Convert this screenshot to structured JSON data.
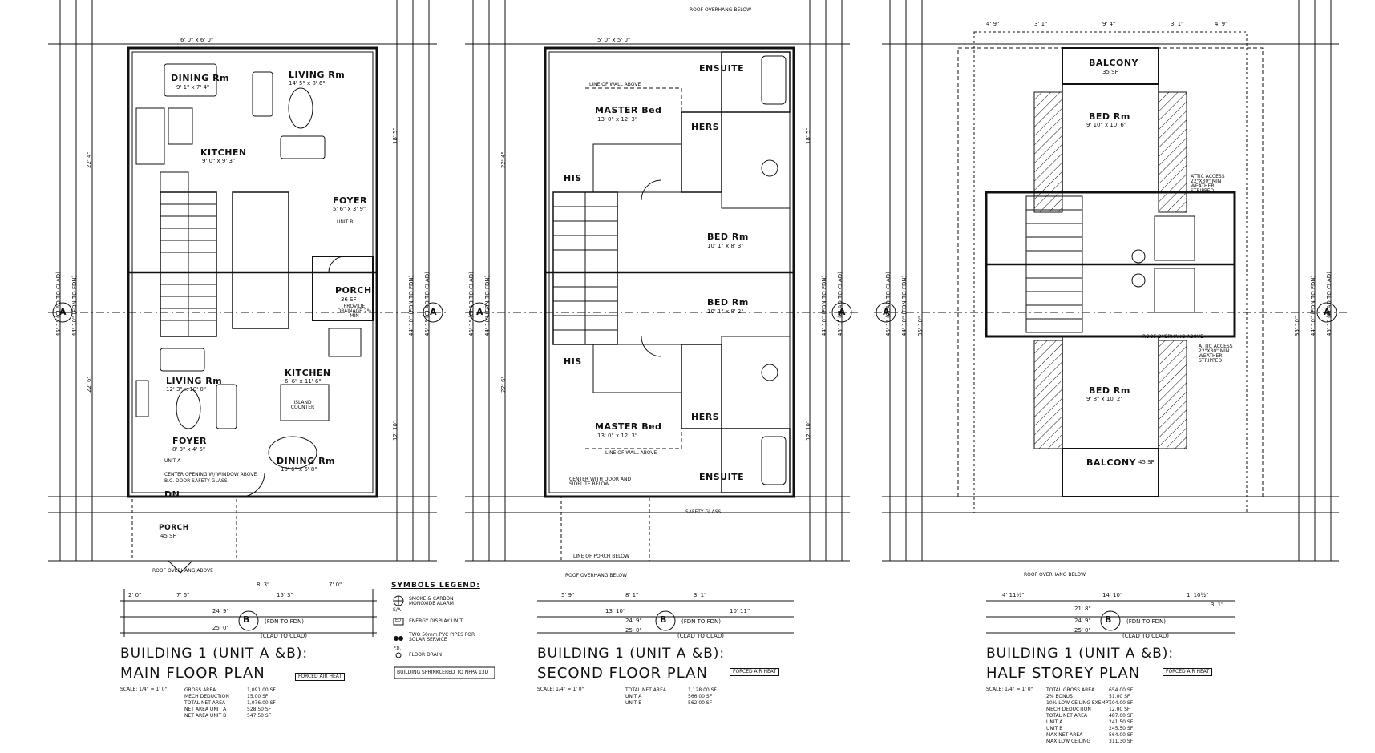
{
  "plans": [
    {
      "title": "BUILDING 1 (UNIT A &B):",
      "subtitle": "MAIN FLOOR PLAN",
      "heat": "FORCED AIR HEAT",
      "scale": "SCALE: 1/4\" = 1' 0\"",
      "areas": [
        {
          "k": "GROSS AREA",
          "v": "1,091.00 SF"
        },
        {
          "k": "MECH DEDUCTION",
          "v": "15.00 SF"
        },
        {
          "k": "TOTAL NET AREA",
          "v": "1,076.00 SF"
        },
        {
          "k": "NET AREA UNIT A",
          "v": "528.50 SF"
        },
        {
          "k": "NET AREA UNIT B",
          "v": "547.50 SF"
        }
      ],
      "rooms": {
        "dining_top": "DINING Rm",
        "dining_top_dim": "9' 1\" x 7' 4\"",
        "living_top": "LIVING Rm",
        "living_top_dim": "14' 5\" x 8' 6\"",
        "kitchen_top": "KITCHEN",
        "kitchen_top_dim": "9' 0\" x 9' 3\"",
        "foyer_top": "FOYER",
        "foyer_top_dim": "5' 6\" x 3' 9\"",
        "porch_right": "PORCH",
        "porch_right_dim": "36 SF",
        "porch_right_note": "PROVIDE DRAINAGE 2% MIN",
        "kitchen_bot": "KITCHEN",
        "kitchen_bot_dim": "6' 6\" x 11' 6\"",
        "island": "ISLAND COUNTER",
        "living_bot": "LIVING Rm",
        "living_bot_dim": "12' 3\" x 10' 0\"",
        "foyer_bot": "FOYER",
        "foyer_bot_dim": "8' 3\" x 4' 5\"",
        "dining_bot": "DINING Rm",
        "dining_bot_dim": "10' 6\" x 6' 8\"",
        "porch_bot": "PORCH",
        "porch_bot_dim": "45 SF",
        "unit_a": "UNIT A",
        "unit_b": "UNIT B",
        "dn": "DN",
        "center_note": "CENTER OPENING W/ WINDOW ABOVE",
        "bc_door": "B.C. DOOR SAFETY GLASS",
        "roof": "ROOF OVERHANG ABOVE"
      },
      "bottom_dims": {
        "d1": "2' 0\"",
        "d2": "7' 6\"",
        "d3": "8' 3\"",
        "d4": "15' 3\"",
        "d5": "7' 0\"",
        "total1": "24' 9\"",
        "total2": "25' 0\"",
        "fdn": "(FDN TO FDN)",
        "clad": "(CLAD TO CLAD)"
      },
      "side_dims": {
        "left1": "45' 1\" (CLAD TO CLAD)",
        "left2": "44' 10\" (FDN TO FDN)",
        "left3": "22' 4\"",
        "left4": "22' 6\"",
        "right1": "44' 10\" (FDN TO FDN)",
        "right2": "45' 1\" (CLAD TO CLAD)",
        "right3": "18' 5\"",
        "right4": "12' 10\"",
        "top": "6' 0\" x 6' 0\""
      }
    },
    {
      "title": "BUILDING 1 (UNIT A &B):",
      "subtitle": "SECOND FLOOR PLAN",
      "heat": "FORCED AIR HEAT",
      "scale": "SCALE: 1/4\" = 1' 0\"",
      "areas": [
        {
          "k": "TOTAL NET AREA",
          "v": "1,128.00 SF"
        },
        {
          "k": "UNIT A",
          "v": "566.00 SF"
        },
        {
          "k": "UNIT B",
          "v": "562.00 SF"
        }
      ],
      "rooms": {
        "ensuite_top": "ENSUITE",
        "master_top": "MASTER Bed",
        "master_top_dim": "13' 0\" x 12' 3\"",
        "his_top": "HIS",
        "hers_top": "HERS",
        "bed_top": "BED Rm",
        "bed_top_dim": "10' 1\" x 8' 3\"",
        "bed_bot": "BED Rm",
        "bed_bot_dim": "10' 1\" x 8' 2\"",
        "his_bot": "HIS",
        "hers_bot": "HERS",
        "master_bot": "MASTER Bed",
        "master_bot_dim": "13' 0\" x 12' 3\"",
        "ensuite_bot": "ENSUITE",
        "line_wall": "LINE OF WALL ABOVE",
        "line_wall_bot": "LINE OF WALL ABOVE",
        "center_note": "CENTER WITH DOOR AND SIDELITE BELOW",
        "porch_line": "LINE OF PORCH BELOW",
        "roof_top": "ROOF OVERHANG BELOW",
        "roof_bot": "ROOF OVERHANG BELOW",
        "safety": "SAFETY GLASS"
      },
      "bottom_dims": {
        "d1": "5' 9\"",
        "d2": "8' 1\"",
        "d3": "3' 1\"",
        "d4": "13' 10\"",
        "d5": "10' 11\"",
        "total1": "24' 9\"",
        "total2": "25' 0\"",
        "fdn": "(FDN TO FDN)",
        "clad": "(CLAD TO CLAD)"
      },
      "side_dims": {
        "left1": "45' 1\" (CLAD TO CLAD)",
        "left2": "44' 10\" (FDN TO FDN)",
        "left3": "22' 4\"",
        "left4": "22' 6\"",
        "right1": "44' 10\" (FDN TO FDN)",
        "right2": "45' 1\" (CLAD TO CLAD)",
        "right3": "18' 5\"",
        "right4": "12' 10\"",
        "top": "5' 0\" x 5' 0\""
      }
    },
    {
      "title": "BUILDING 1 (UNIT A &B):",
      "subtitle": "HALF STOREY PLAN",
      "heat": "FORCED AIR HEAT",
      "scale": "SCALE: 1/4\" = 1' 0\"",
      "areas": [
        {
          "k": "TOTAL GROSS AREA",
          "v": "654.00 SF"
        },
        {
          "k": "2% BONUS",
          "v": "51.00 SF"
        },
        {
          "k": "10% LOW CEILING EXEMPT",
          "v": "104.00 SF"
        },
        {
          "k": "MECH DEDUCTION",
          "v": "12.00 SF"
        },
        {
          "k": "TOTAL NET AREA",
          "v": "487.00 SF"
        },
        {
          "k": "UNIT A",
          "v": "241.50 SF"
        },
        {
          "k": "UNIT B",
          "v": "245.50 SF"
        },
        {
          "k": "MAX NET AREA",
          "v": "564.00 SF"
        },
        {
          "k": "MAX LOW CEILING",
          "v": "311.30 SF"
        }
      ],
      "rooms": {
        "balcony_top": "BALCONY",
        "balcony_top_dim": "35 SF",
        "bed_top": "BED Rm",
        "bed_top_dim": "9' 10\" x 10' 6\"",
        "bed_bot": "BED Rm",
        "bed_bot_dim": "9' 8\" x 10' 2\"",
        "balcony_bot": "BALCONY",
        "balcony_bot_dim": "45 SF",
        "attic_top": "ATTIC ACCESS 22\"X30\" MIN WEATHER STRIPPED",
        "attic_bot": "ATTIC ACCESS 22\"X30\" MIN WEATHER STRIPPED",
        "roof_below": "ROOF OVERHANG BELOW",
        "roof_above": "ROOF OVERHANG ABOVE"
      },
      "bottom_dims": {
        "d1": "4' 11½\"",
        "d2": "14' 10\"",
        "d3": "1' 10½\"",
        "d4": "3' 1\"",
        "total0": "21' 8\"",
        "total1": "24' 9\"",
        "total2": "25' 0\"",
        "fdn": "(FDN TO FDN)",
        "clad": "(CLAD TO CLAD)"
      },
      "side_dims": {
        "left1": "45' 1\" (CLAD TO CLAD)",
        "left2": "44' 10\" (FDN TO FDN)",
        "left3": "35' 10\"",
        "right1": "44' 10\" (FDN TO FDN)",
        "right2": "45' 1\" (CLAD TO CLAD)",
        "right3": "35' 10\"",
        "top1": "4' 9\"",
        "top2": "3' 1\"",
        "top3": "9' 4\"",
        "top4": "3' 1\"",
        "top5": "4' 9\""
      }
    }
  ],
  "legend": {
    "title": "SYMBOLS LEGEND:",
    "items": [
      {
        "sym": "S/A",
        "text": "SMOKE & CARBON MONOXIDE ALARM"
      },
      {
        "sym": "ED",
        "text": "ENERGY DISPLAY UNIT"
      },
      {
        "sym": "●●",
        "text": "TWO 50mm PVC PIPES FOR SOLAR SERVICE"
      },
      {
        "sym": "F.D.",
        "text": "FLOOR DRAIN"
      }
    ],
    "sprinkler": "BUILDING SPRINKLERED TO NFPA 13D"
  },
  "section_marker": "A",
  "section_marker_b": "B"
}
